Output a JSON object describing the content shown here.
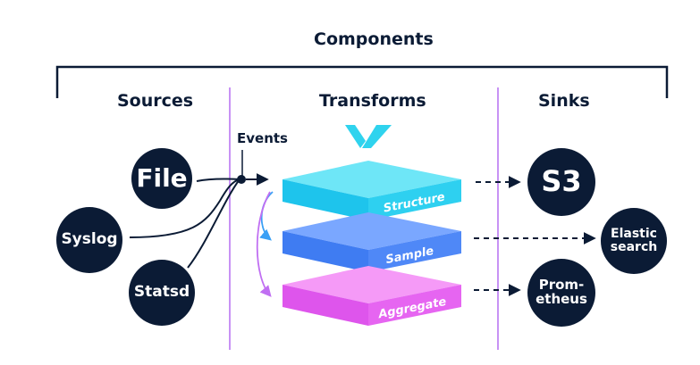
{
  "title": "Components",
  "columns": {
    "sources": "Sources",
    "transforms": "Transforms",
    "sinks": "Sinks"
  },
  "events_label": "Events",
  "sources": [
    {
      "label": "File"
    },
    {
      "label": "Syslog"
    },
    {
      "label": "Statsd"
    }
  ],
  "transforms": [
    {
      "label": "Structure",
      "top_color": "#6ee6f7",
      "side_color": "#2ed0f0",
      "front_color": "#1ec4ec"
    },
    {
      "label": "Sample",
      "top_color": "#7aa7ff",
      "side_color": "#4f88f7",
      "front_color": "#3f7cf2"
    },
    {
      "label": "Aggregate",
      "top_color": "#f59af7",
      "side_color": "#e665f1",
      "front_color": "#de55ec"
    }
  ],
  "sinks": [
    {
      "label": "S3"
    },
    {
      "label_lines": [
        "Elastic",
        "search"
      ]
    },
    {
      "label_lines": [
        "Prom-",
        "etheus"
      ]
    }
  ],
  "colors": {
    "dark_navy": "#0b1b35",
    "divider": "#b56ff2",
    "logo": "#2fd3ee",
    "arrow_structure_to_sample": "#3aa0f5",
    "arrow_sample_to_aggregate": "#c06ff2"
  },
  "icons": [
    "vector-logo-icon"
  ]
}
